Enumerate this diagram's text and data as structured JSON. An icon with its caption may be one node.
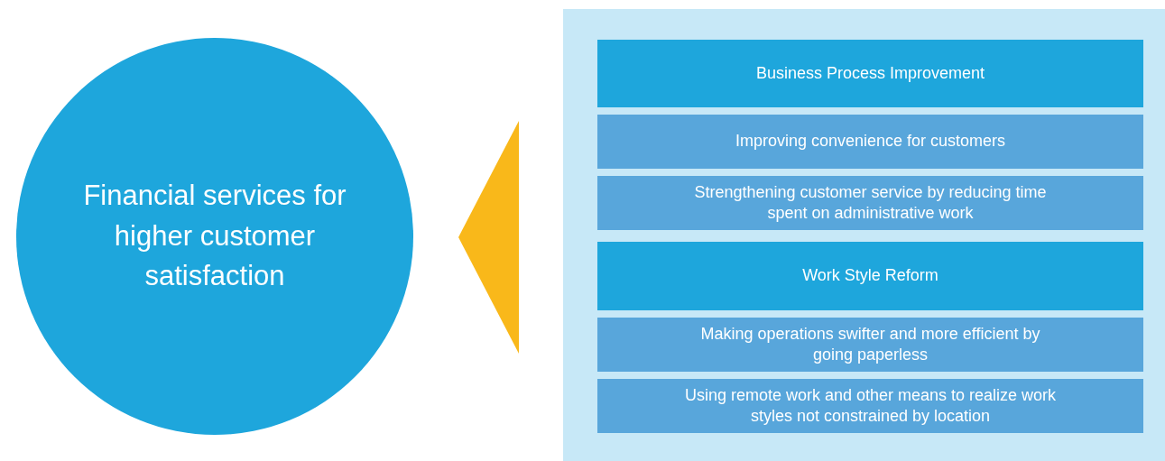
{
  "diagram": {
    "nodes": [
      {
        "text": [
          "Financial services for higher customer satisfaction"
        ]
      },
      {
        "text": [],
        "shape": "box"
      },
      {
        "text": [
          "Business Process Improvement"
        ],
        "in": 1
      },
      {
        "text": [
          "Improving convenience for customers"
        ],
        "in": 1
      },
      {
        "text": [
          "Strengthening customer service by reducing time spent on administrative work"
        ],
        "in": 1
      },
      {
        "text": [
          "Work Style Reform"
        ],
        "in": 1
      },
      {
        "text": [
          "Making operations swifter and more efficient by going paperless"
        ],
        "in": 1
      },
      {
        "text": [
          "Using remote work and other means to realize work styles not constrained by location"
        ],
        "in": 1
      }
    ],
    "edges": [
      {
        "from": 1,
        "to": 0,
        "arrow": "to",
        "color": "#f9b81a"
      }
    ]
  }
}
